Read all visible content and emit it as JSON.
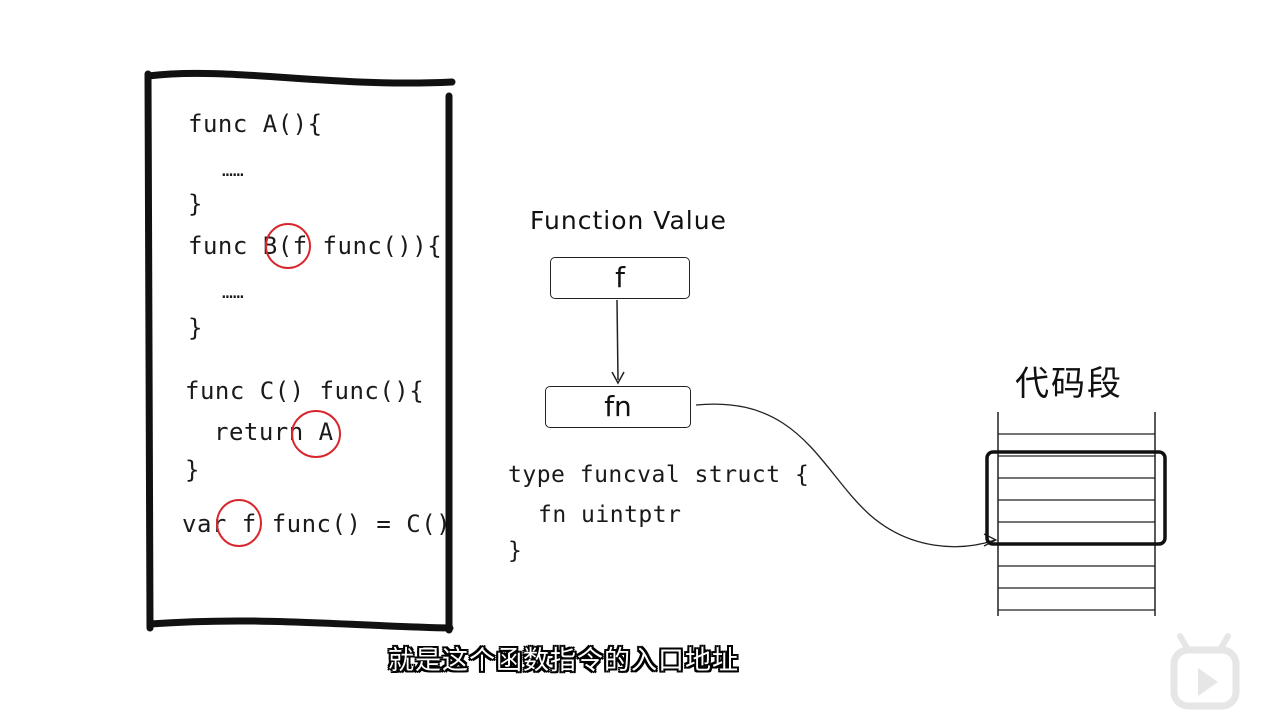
{
  "code_panel": {
    "lines": [
      "func A(){",
      "……",
      "}",
      "func B(f func()){",
      "……",
      "}",
      "func C() func(){",
      "return A",
      "}",
      "var f func() = C()"
    ]
  },
  "function_value": {
    "title": "Function Value",
    "box_f": "f",
    "box_fn": "fn",
    "struct_lines": [
      "type funcval struct {",
      "fn uintptr",
      "}"
    ]
  },
  "code_segment": {
    "title": "代码段"
  },
  "subtitle": "就是这个函数指令的入口地址",
  "colors": {
    "circle": "#d9262c",
    "ink": "#111111",
    "logo": "#e6e6e6"
  },
  "icons": [
    "play-logo-icon"
  ]
}
